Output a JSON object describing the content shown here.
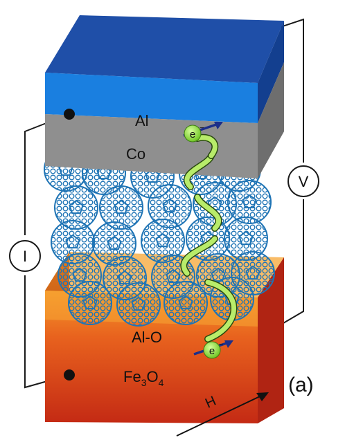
{
  "layers": {
    "top_metal": "Al",
    "ferromagnet_top": "Co",
    "barrier": "Al-O",
    "ferromagnet_bottom_base": "Fe",
    "ferromagnet_bottom_sub1": "3",
    "ferromagnet_bottom_mid": "O",
    "ferromagnet_bottom_sub2": "4"
  },
  "meters": {
    "current": "I",
    "voltage": "V"
  },
  "electron": {
    "symbol": "e",
    "charge": "−"
  },
  "field_label": "H",
  "panel_label": "(a)",
  "colors": {
    "al_top": "#1f4fa8",
    "al_front": "#1a7fe0",
    "co_front": "#8f8f8f",
    "co_top": "#b0b0b0",
    "alo_front": "#f08a1a",
    "alo_top": "#f7a534",
    "fe3o4_front": "#d8351b",
    "fullerene": "#1f74b5",
    "electron": "#8fdc3a",
    "spin_arrow": "#1c2f8a",
    "path_arrow": "#b8ec6a"
  }
}
